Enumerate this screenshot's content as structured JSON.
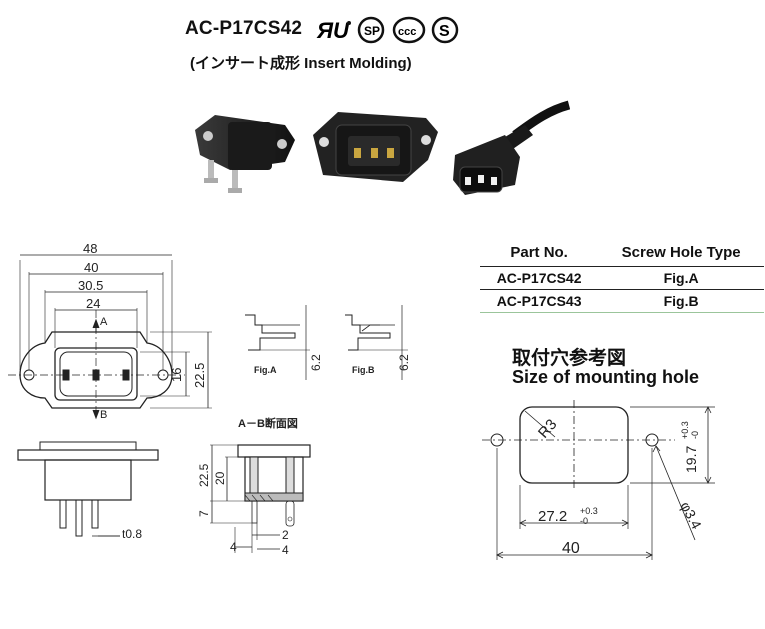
{
  "header": {
    "model": "AC-P17CS42",
    "subtitle": "(インサート成形  Insert Molding)",
    "certifications": [
      "UR-icon",
      "CSA-icon",
      "CCC-icon",
      "S-mark-icon"
    ]
  },
  "part_table": {
    "headers": [
      "Part No.",
      "Screw Hole Type"
    ],
    "rows": [
      [
        "AC-P17CS42",
        "Fig.A"
      ],
      [
        "AC-P17CS43",
        "Fig.B"
      ]
    ]
  },
  "mounting_hole": {
    "title_jp": "取付穴参考図",
    "title_en": "Size of mounting hole",
    "dims": {
      "radius": "R3",
      "height": "19.7",
      "height_tol_plus": "+0.3",
      "height_tol_minus": "-0",
      "width": "27.2",
      "width_tol_plus": "+0.3",
      "width_tol_minus": "-0",
      "hole": "φ3.4",
      "pitch": "40"
    }
  },
  "front_view": {
    "dims": {
      "w48": "48",
      "w40": "40",
      "w30_5": "30.5",
      "w24": "24",
      "h16": "16",
      "h22_5": "22.5"
    },
    "section_a": "A",
    "section_b": "B"
  },
  "side_view": {
    "thickness": "t0.8"
  },
  "figures": {
    "fig_a": "Fig.A",
    "fig_b": "Fig.B",
    "dim_a": "6.2",
    "dim_b": "6.2"
  },
  "section_view": {
    "title": "A－B断面図",
    "dims": {
      "h22_5": "22.5",
      "h20": "20",
      "h7": "7",
      "w4a": "4",
      "w2": "2",
      "w4b": "4"
    }
  }
}
